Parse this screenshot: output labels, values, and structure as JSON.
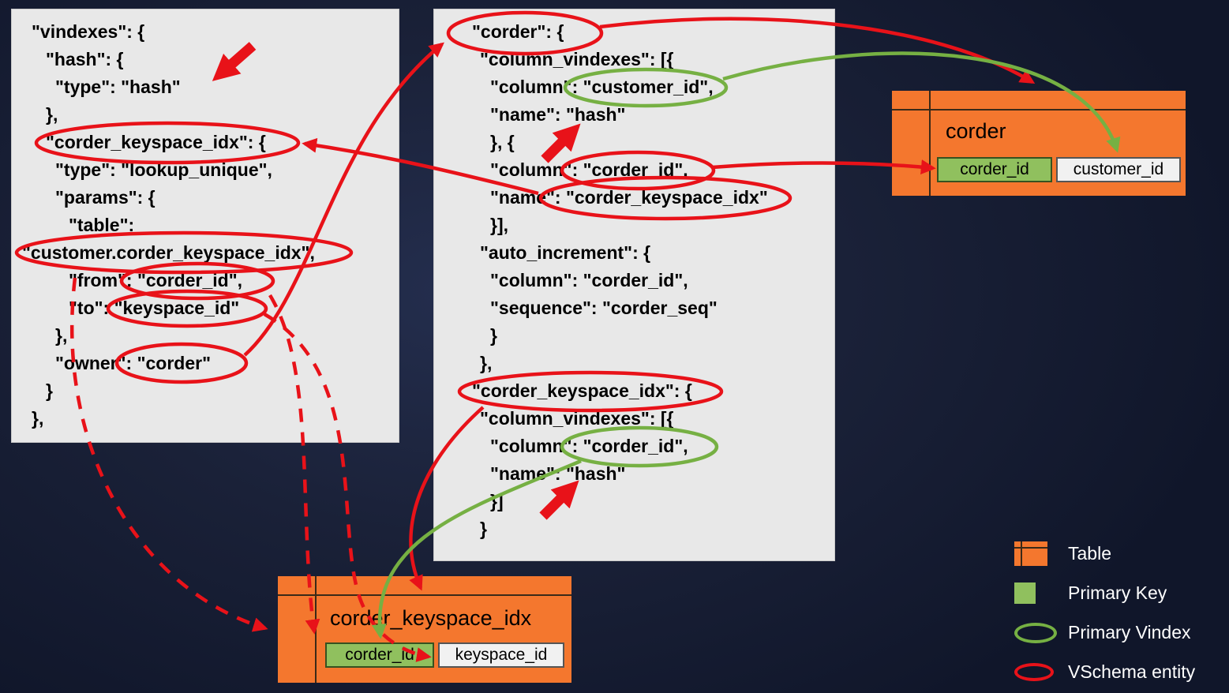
{
  "colors": {
    "background": "#1a2138",
    "panel_gray": "#e8e8e8",
    "table_orange": "#f4772e",
    "primary_key_green": "#90c05e",
    "primary_vindex_green": "#76b043",
    "vschema_red": "#e81219",
    "code_text": "#000000",
    "legend_text": "#ffffff"
  },
  "vindexes_panel": {
    "lines": [
      "\"vindexes\": {",
      "\"hash\": {",
      "\"type\": \"hash\"",
      "},",
      "\"corder_keyspace_idx\": {",
      "\"type\": \"lookup_unique\",",
      "\"params\": {",
      "\"table\":",
      "\"customer.corder_keyspace_idx\",",
      "\"from\": \"corder_id\",",
      "\"to\": \"keyspace_id\"",
      "},",
      "\"owner\": \"corder\"",
      "}",
      "},"
    ]
  },
  "tables_panel": {
    "lines": [
      "\"corder\": {",
      "\"column_vindexes\": [{",
      "\"column\": \"customer_id\",",
      "\"name\": \"hash\"",
      "}, {",
      "\"column\": \"corder_id\",",
      "\"name\": \"corder_keyspace_idx\"",
      "}],",
      "\"auto_increment\": {",
      "\"column\": \"corder_id\",",
      "\"sequence\": \"corder_seq\"",
      "}",
      "},",
      "\"corder_keyspace_idx\": {",
      "\"column_vindexes\": [{",
      "\"column\": \"corder_id\",",
      "\"name\": \"hash\"",
      "}]",
      "}"
    ]
  },
  "corder_table": {
    "title": "corder",
    "columns": [
      {
        "name": "corder_id",
        "primary_key": true
      },
      {
        "name": "customer_id",
        "primary_key": false
      }
    ]
  },
  "corder_keyspace_idx_table": {
    "title": "corder_keyspace_idx",
    "columns": [
      {
        "name": "corder_id",
        "primary_key": true
      },
      {
        "name": "keyspace_id",
        "primary_key": false
      }
    ]
  },
  "legend": {
    "items": [
      {
        "icon": "table-icon",
        "label": "Table"
      },
      {
        "icon": "primary-key-icon",
        "label": "Primary Key"
      },
      {
        "icon": "primary-vindex-icon",
        "label": "Primary Vindex"
      },
      {
        "icon": "vschema-entity-icon",
        "label": "VSchema entity"
      }
    ]
  }
}
